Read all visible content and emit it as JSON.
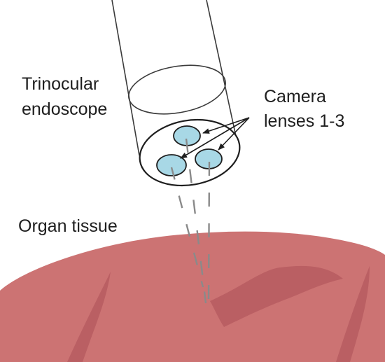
{
  "labels": {
    "endoscope_line1": "Trinocular",
    "endoscope_line2": "endoscope",
    "camera_line1": "Camera",
    "camera_line2": "lenses 1-3",
    "tissue": "Organ tissue"
  },
  "colors": {
    "tissue_fill": "#cc7373",
    "tissue_shade": "#ba5f63",
    "lens_fill": "#a8d8e6",
    "outline": "#3a3a3a",
    "ray": "#8a8a8a"
  }
}
